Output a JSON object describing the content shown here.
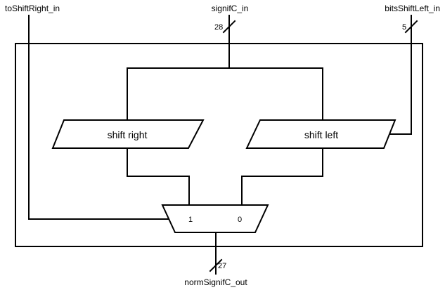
{
  "inputs": {
    "to_shift_right": "toShiftRight_in",
    "signif_c": "signifC_in",
    "bits_shift_left": "bitsShiftLeft_in"
  },
  "outputs": {
    "norm_signif_c": "normSignifC_out"
  },
  "bus_widths": {
    "signif_c": "28",
    "bits_shift_left": "5",
    "norm_signif_c": "27"
  },
  "blocks": {
    "shift_right": "shift right",
    "shift_left": "shift left"
  },
  "mux": {
    "input_1": "1",
    "input_0": "0"
  }
}
